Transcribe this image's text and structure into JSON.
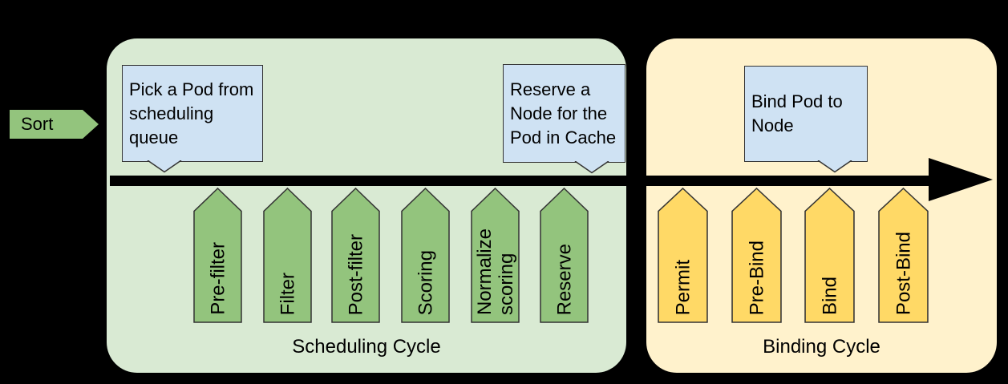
{
  "sort": {
    "label": "Sort"
  },
  "scheduling_cycle": {
    "label": "Scheduling Cycle",
    "callout_pick": "Pick a Pod from\nscheduling\nqueue",
    "callout_reserve": "Reserve a\nNode for the\nPod in Cache",
    "stages": [
      "Pre-filter",
      "Filter",
      "Post-filter",
      "Scoring",
      "Normalize\nscoring",
      "Reserve"
    ]
  },
  "binding_cycle": {
    "label": "Binding Cycle",
    "callout_bind": "Bind Pod to\nNode",
    "stages": [
      "Permit",
      "Pre-Bind",
      "Bind",
      "Post-Bind"
    ]
  },
  "colors": {
    "background": "#000000",
    "scheduling_container": "#d9ead3",
    "binding_container": "#fff2cc",
    "scheduling_stage": "#93c47d",
    "binding_stage": "#ffd966",
    "callout": "#cfe2f3",
    "sort_arrow": "#93c47d",
    "main_arrow": "#000000",
    "outline": "#333333"
  }
}
